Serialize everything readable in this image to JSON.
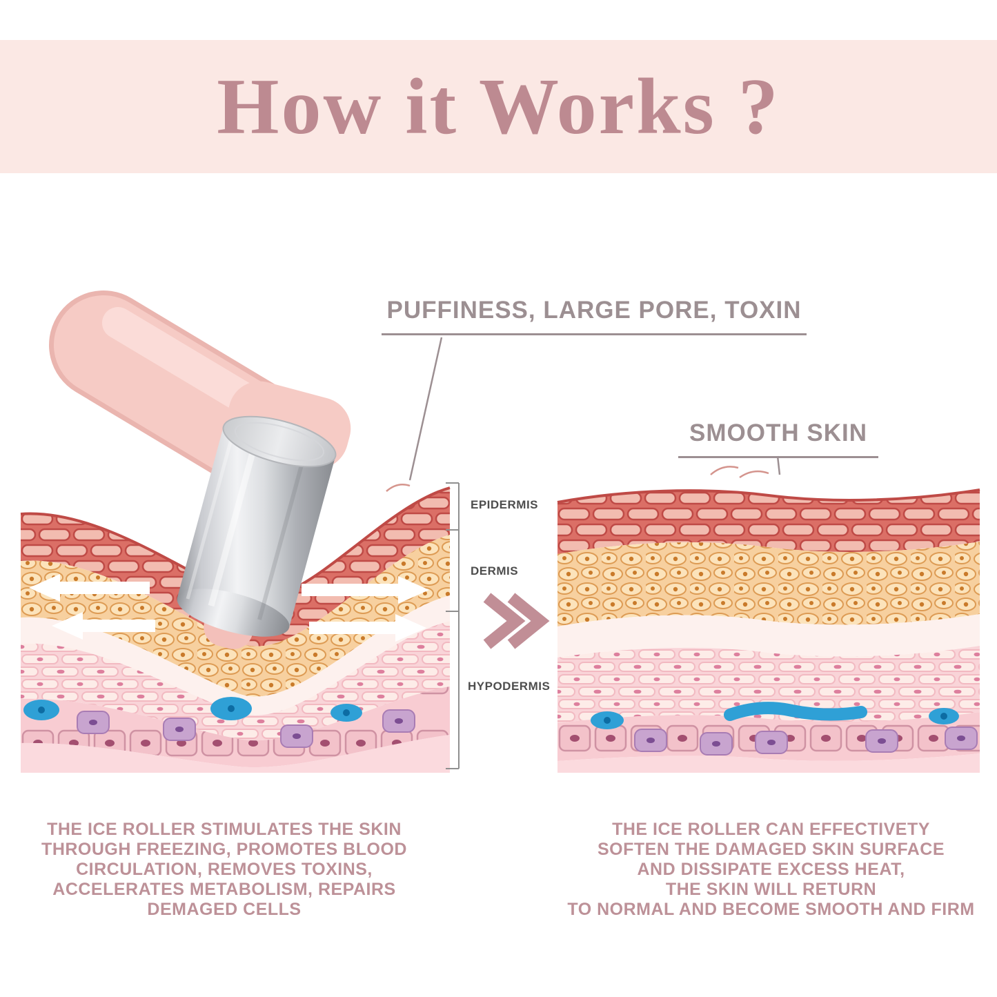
{
  "title": "How it Works ?",
  "annotations": {
    "puffiness_label": "PUFFINESS, LARGE PORE, TOXIN",
    "smooth_skin_label": "SMOOTH SKIN"
  },
  "layer_labels": {
    "epidermis": "EPIDERMIS",
    "dermis": "DERMIS",
    "hypodermis": "HYPODERMIS"
  },
  "captions": {
    "before": "THE ICE ROLLER STIMULATES THE SKIN\nTHROUGH FREEZING, PROMOTES BLOOD\nCIRCULATION, REMOVES TOXINS,\nACCELERATES METABOLISM, REPAIRS\nDEMAGED CELLS",
    "after": "THE ICE ROLLER CAN EFFECTIVETY\nSOFTEN THE DAMAGED SKIN SURFACE\nAND DISSIPATE EXCESS HEAT,\nTHE SKIN WILL RETURN\nTO NORMAL AND BECOME SMOOTH AND FIRM"
  },
  "icons": {
    "double_chevron": "double-chevron-right-icon",
    "direction_arrows": "roller-direction-arrows-icon"
  },
  "colors": {
    "banner_bg": "#fbe8e4",
    "title_text": "#bd8a91",
    "annotation_text": "#9c8f92",
    "layer_label_text": "#4d4d4d",
    "caption_text": "#bd9198",
    "chevron": "#c18e96",
    "epidermis_brick": "#f2bcb0",
    "epidermis_bg": "#db6f66",
    "dermis_cell": "#fce3bb",
    "hypodermis_cell": "#fdece8",
    "blue_cell": "#2fa0d6",
    "purple_cell": "#c8a4cf",
    "roller_handle_pink": "#f6cbc5",
    "roller_metal": "#d8dadd"
  }
}
